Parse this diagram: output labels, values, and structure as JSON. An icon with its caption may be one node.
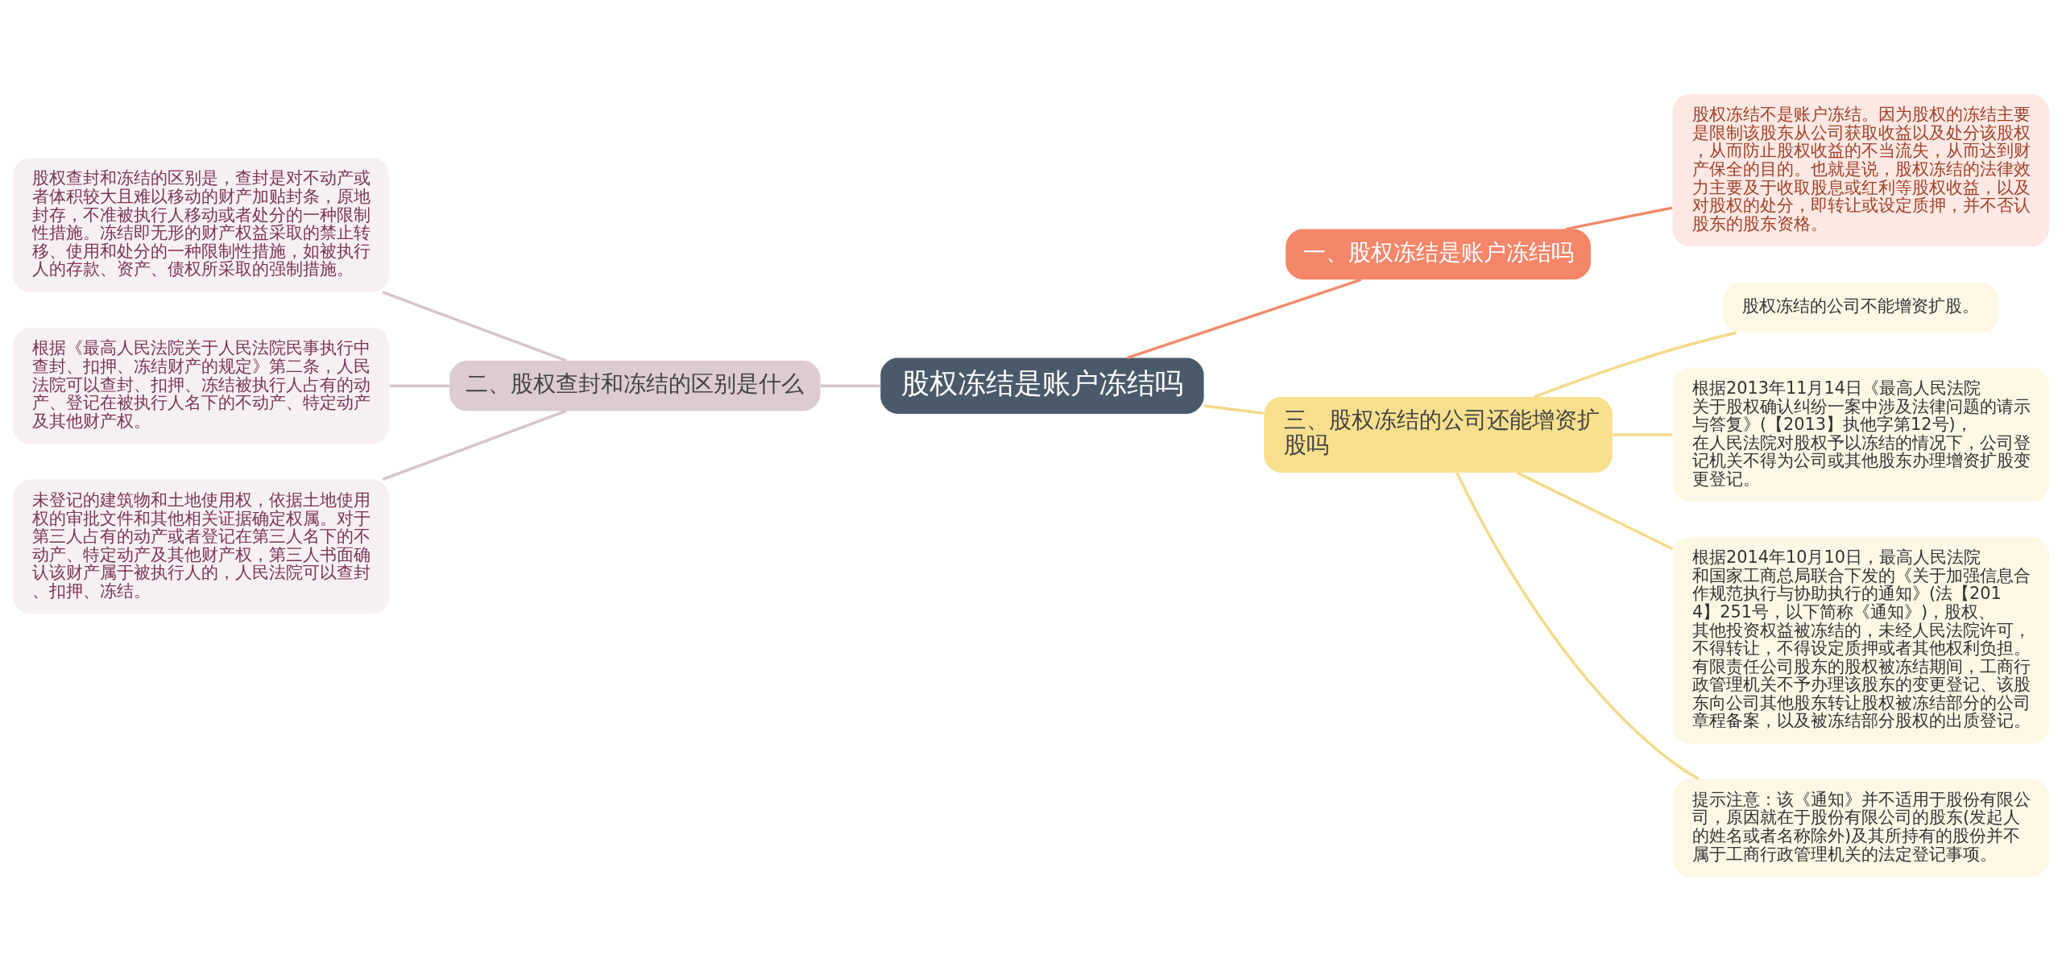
{
  "diagram": {
    "nodes": [
      {
        "text": [
          "股权冻结是账户冻结吗"
        ]
      },
      {
        "text": [
          "一、股权冻结是账户冻结吗"
        ]
      },
      {
        "text": [
          "股权冻结不是账户冻结。因为股权的冻结主要是限制该股东从公司获取收益以及处分该股权，从而防止股权收益的不当流失，从而达到财产保全的目的。也就是说，股权冻结的法律效力主要及于收取股息或红利等股权收益，以及对股权的处分，即转让或设定质押，并不否认股东的股东资格。"
        ]
      },
      {
        "text": [
          "二、股权查封和冻结的区别是什么"
        ]
      },
      {
        "text": [
          "股权查封和冻结的区别是，查封是对不动产或者体积较大且难以移动的财产加贴封条，原地封存，不准被执行人移动或者处分的一种限制性措施。冻结即无形的财产权益采取的禁止转移、使用和处分的一种限制性措施，如被执行人的存款、资产、债权所采取的强制措施。"
        ]
      },
      {
        "text": [
          "根据《最高人民法院关于人民法院民事执行中查封、扣押、冻结财产的规定》第二条，人民法院可以查封、扣押、冻结被执行人占有的动产、登记在被执行人名下的不动产、特定动产及其他财产权。"
        ]
      },
      {
        "text": [
          "未登记的建筑物和土地使用权，依据土地使用权的审批文件和其他相关证据确定权属。对于第三人占有的动产或者登记在第三人名下的不动产、特定动产及其他财产权，第三人书面确认该财产属于被执行人的，人民法院可以查封、扣押、冻结。"
        ]
      },
      {
        "text": [
          "三、股权冻结的公司还能增资扩股吗"
        ]
      },
      {
        "text": [
          "股权冻结的公司不能增资扩股。"
        ]
      },
      {
        "text": [
          "根据2013年11月14日《最高人民法院关于股权确认纠纷一案中涉及法律问题的请示与答复》(【2013】执他字第12号)，在人民法院对股权予以冻结的情况下，公司登记机关不得为公司或其他股东办理增资扩股变更登记。"
        ]
      },
      {
        "text": [
          "根据2014年10月10日，最高人民法院和国家工商总局联合下发的《关于加强信息合作规范执行与协助执行的通知》(法【2014】251号，以下简称《通知》)，股权、其他投资权益被冻结的，未经人民法院许可，不得转让，不得设定质押或者其他权利负担。有限责任公司股东的股权被冻结期间，工商行政管理机关不予办理该股东的变更登记、该股东向公司其他股东转让股权被冻结部分的公司章程备案，以及被冻结部分股权的出质登记。"
        ]
      },
      {
        "text": [
          "提示注意：该《通知》并不适用于股份有限公司，原因就在于股份有限公司的股东(发起人的姓名或者名称除外)及其所持有的股份并不属于工商行政管理机关的法定登记事项。"
        ]
      }
    ],
    "edges": [
      {
        "from": 0,
        "to": 1,
        "arrow": "none",
        "color": "#f08a6c"
      },
      {
        "from": 1,
        "to": 2,
        "arrow": "none",
        "color": "#f08a6c"
      },
      {
        "from": 0,
        "to": 3,
        "arrow": "none",
        "color": "#d6c3cc"
      },
      {
        "from": 3,
        "to": 4,
        "arrow": "none",
        "color": "#d6c3cc"
      },
      {
        "from": 3,
        "to": 5,
        "arrow": "none",
        "color": "#d6c3cc"
      },
      {
        "from": 3,
        "to": 6,
        "arrow": "none",
        "color": "#d6c3cc"
      },
      {
        "from": 0,
        "to": 7,
        "arrow": "none",
        "color": "#f3d98a"
      },
      {
        "from": 7,
        "to": 8,
        "arrow": "none",
        "color": "#f3d98a"
      },
      {
        "from": 7,
        "to": 9,
        "arrow": "none",
        "color": "#f3d98a"
      },
      {
        "from": 7,
        "to": 10,
        "arrow": "none",
        "color": "#f3d98a"
      },
      {
        "from": 7,
        "to": 11,
        "arrow": "none",
        "color": "#f3d98a"
      }
    ]
  }
}
